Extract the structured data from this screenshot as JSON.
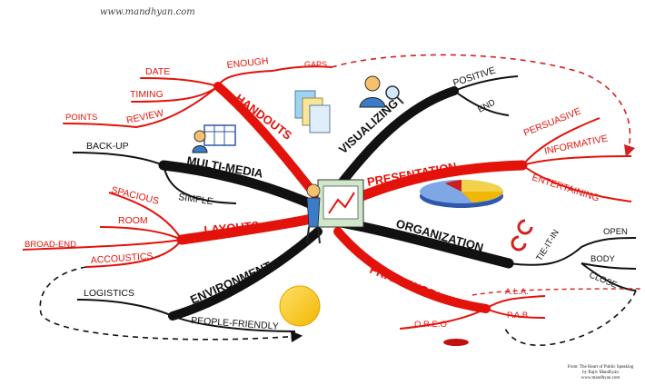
{
  "site": "www.mandhyan.com",
  "credit": [
    "From: The Heart of Public Speaking",
    "by Rajiv Mandhyan",
    "www.mandhyan.com"
  ],
  "main_branches": {
    "handouts": "HANDOUTS",
    "visualizing": "VISUALIZING",
    "multimedia": "MULTI-MEDIA",
    "presentation": "PRESENTATION",
    "layouts": "LAYOUTS",
    "organization": "ORGANIZATION",
    "environment": "ENVIRONMENT",
    "frameworks": "FRAMEWORKS"
  },
  "sub_labels": {
    "date": "DATE",
    "enough": "ENOUGH",
    "gaps": "GAPS",
    "timing": "TIMING",
    "points": "POINTS",
    "review": "REVIEW",
    "positive": "POSITIVE",
    "end": "END",
    "backup": "BACK-UP",
    "simple": "SIMPLE",
    "persuasive": "PERSUASIVE",
    "informative": "INFORMATIVE",
    "entertaining": "ENTERTAINING",
    "spacious": "SPACIOUS",
    "room": "ROOM",
    "broadend": "BROAD-END",
    "accoustics": "ACCOUSTICS",
    "open": "OPEN",
    "tieitin": "TIE-IT-IN",
    "body": "BODY",
    "close": "CLOSE",
    "logistics": "LOGISTICS",
    "peoplefriendly": "PEOPLE-FRIENDLY",
    "ala": "A.L.A.",
    "pab": "P.A.B.",
    "oreo": "O.R.E.O"
  },
  "colors": {
    "red": "#e3120b",
    "black": "#111111",
    "dash_red": "#d42020"
  }
}
